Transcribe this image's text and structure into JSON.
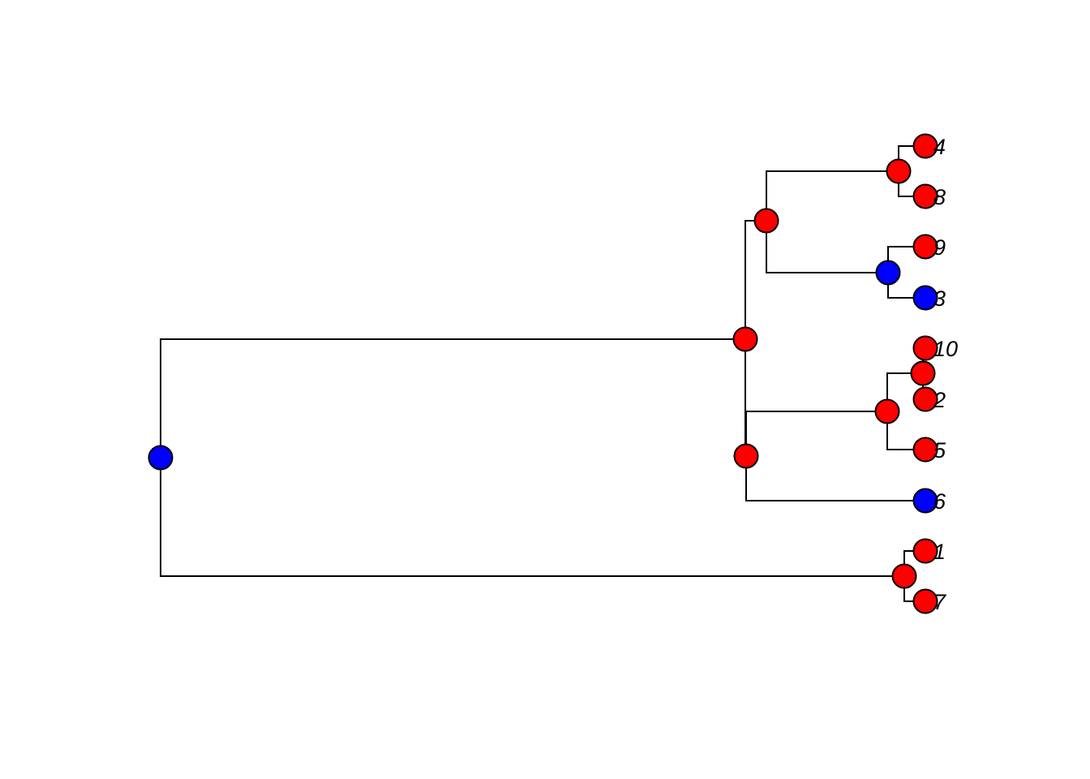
{
  "tree": {
    "nodes": [
      {
        "id": "root",
        "parent": null,
        "color": "#0000FF"
      },
      {
        "id": "n1",
        "parent": "root",
        "color": "#FF0000"
      },
      {
        "id": "n2",
        "parent": "n1",
        "color": "#FF0000"
      },
      {
        "id": "n3",
        "parent": "n2",
        "color": "#FF0000"
      },
      {
        "id": "t4",
        "parent": "n3",
        "color": "#FF0000",
        "label": "4"
      },
      {
        "id": "t8",
        "parent": "n3",
        "color": "#FF0000",
        "label": "8"
      },
      {
        "id": "n4",
        "parent": "n2",
        "color": "#0000FF"
      },
      {
        "id": "t9",
        "parent": "n4",
        "color": "#FF0000",
        "label": "9"
      },
      {
        "id": "t3",
        "parent": "n4",
        "color": "#0000FF",
        "label": "3"
      },
      {
        "id": "n5",
        "parent": "n1",
        "color": "#FF0000"
      },
      {
        "id": "n6",
        "parent": "n5",
        "color": "#FF0000"
      },
      {
        "id": "n7",
        "parent": "n6",
        "color": "#FF0000"
      },
      {
        "id": "t10",
        "parent": "n7",
        "color": "#FF0000",
        "label": "10"
      },
      {
        "id": "t2",
        "parent": "n7",
        "color": "#FF0000",
        "label": "2"
      },
      {
        "id": "t5",
        "parent": "n6",
        "color": "#FF0000",
        "label": "5"
      },
      {
        "id": "t6",
        "parent": "n5",
        "color": "#0000FF",
        "label": "6"
      },
      {
        "id": "n8",
        "parent": "root",
        "color": "#FF0000"
      },
      {
        "id": "t1",
        "parent": "n8",
        "color": "#FF0000",
        "label": "1"
      },
      {
        "id": "t7",
        "parent": "n8",
        "color": "#FF0000",
        "label": "7"
      }
    ]
  }
}
